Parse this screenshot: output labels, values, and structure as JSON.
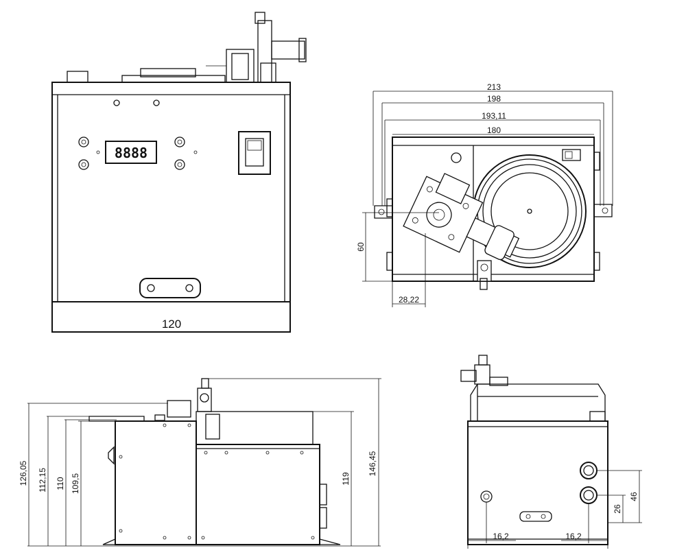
{
  "views": {
    "front": {
      "dim_width": "120",
      "display_digits": "8888"
    },
    "top": {
      "dim_213": "213",
      "dim_198": "198",
      "dim_193": "193,11",
      "dim_180": "180",
      "dim_60": "60",
      "dim_28": "28,22"
    },
    "side": {
      "dim_126": "126,05",
      "dim_112": "112,15",
      "dim_110": "110",
      "dim_109": "109,5",
      "dim_119": "119",
      "dim_146": "146,45"
    },
    "rear": {
      "dim_16a": "16,2",
      "dim_16b": "16,2",
      "dim_26": "26",
      "dim_46": "46"
    }
  }
}
